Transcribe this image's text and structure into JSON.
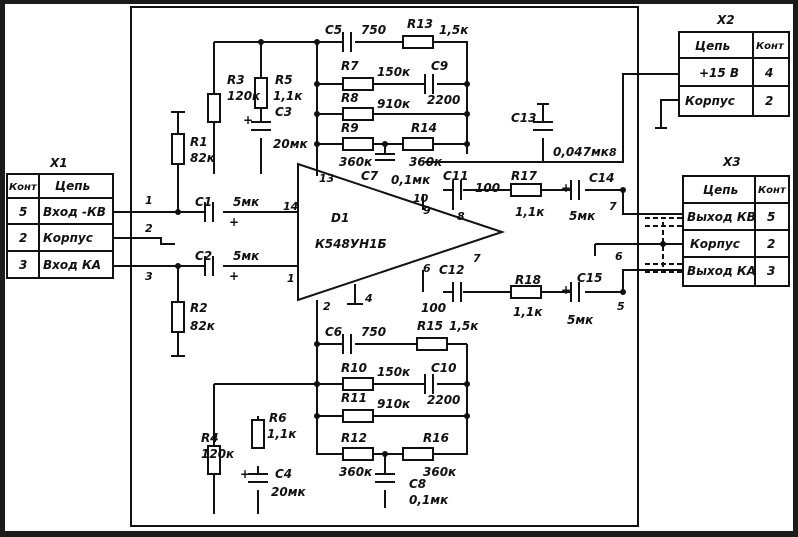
{
  "chip": {
    "designator": "D1",
    "part": "К548УН1Б"
  },
  "connectors": {
    "x1": {
      "title": "X1",
      "hdr_pin": "Конт",
      "hdr_net": "Цепь",
      "rows": [
        {
          "pin": "5",
          "net": "Вход -КВ"
        },
        {
          "pin": "2",
          "net": "Корпус"
        },
        {
          "pin": "3",
          "net": "Вход КА"
        }
      ]
    },
    "x2": {
      "title": "X2",
      "hdr_net": "Цепь",
      "hdr_pin": "Конт",
      "rows": [
        {
          "net": "+15 В",
          "pin": "4"
        },
        {
          "net": "Корпус",
          "pin": "2"
        }
      ]
    },
    "x3": {
      "title": "X3",
      "hdr_net": "Цепь",
      "hdr_pin": "Конт",
      "rows": [
        {
          "net": "Выход КВ",
          "pin": "5"
        },
        {
          "net": "Корпус",
          "pin": "2"
        },
        {
          "net": "Выход КА",
          "pin": "3"
        }
      ]
    }
  },
  "components": {
    "C1": {
      "ref": "C1",
      "value": "5мк"
    },
    "C2": {
      "ref": "C2",
      "value": "5мк"
    },
    "C3": {
      "ref": "C3",
      "value": "20мк"
    },
    "C4": {
      "ref": "C4",
      "value": "20мк"
    },
    "C5": {
      "ref": "C5",
      "value": "750"
    },
    "C6": {
      "ref": "C6",
      "value": "750"
    },
    "C7": {
      "ref": "C7",
      "value": "0,1мк"
    },
    "C8": {
      "ref": "C8",
      "value": "0,1мк"
    },
    "C9": {
      "ref": "C9",
      "value": "2200"
    },
    "C10": {
      "ref": "C10",
      "value": "2200"
    },
    "C11": {
      "ref": "C11",
      "value": "100"
    },
    "C12": {
      "ref": "C12",
      "value": "100"
    },
    "C13": {
      "ref": "C13",
      "value": "0,047мк"
    },
    "C14": {
      "ref": "C14",
      "value": "5мк"
    },
    "C15": {
      "ref": "C15",
      "value": "5мк"
    },
    "R1": {
      "ref": "R1",
      "value": "82к"
    },
    "R2": {
      "ref": "R2",
      "value": "82к"
    },
    "R3": {
      "ref": "R3",
      "value": "120к"
    },
    "R4": {
      "ref": "R4",
      "value": "120к"
    },
    "R5": {
      "ref": "R5",
      "value": "1,1к"
    },
    "R6": {
      "ref": "R6",
      "value": "1,1к"
    },
    "R7": {
      "ref": "R7",
      "value": "150к"
    },
    "R8": {
      "ref": "R8",
      "value": "910к"
    },
    "R9": {
      "ref": "R9",
      "value": "360к"
    },
    "R10": {
      "ref": "R10",
      "value": "150к"
    },
    "R11": {
      "ref": "R11",
      "value": "910к"
    },
    "R12": {
      "ref": "R12",
      "value": "360к"
    },
    "R13": {
      "ref": "R13",
      "value": "1,5к"
    },
    "R14": {
      "ref": "R14",
      "value": "360к"
    },
    "R15": {
      "ref": "R15",
      "value": "1,5к"
    },
    "R16": {
      "ref": "R16",
      "value": "360к"
    },
    "R17": {
      "ref": "R17",
      "value": "1,1к"
    },
    "R18": {
      "ref": "R18",
      "value": "1,1к"
    }
  },
  "pins": {
    "p1": "1",
    "p2": "2",
    "p3": "3",
    "p4": "4",
    "p5": "5",
    "p6": "6",
    "p7": "7",
    "p8": "8",
    "p9": "9",
    "p10": "10",
    "p13": "13",
    "p14": "14",
    "w1": "1",
    "w2": "2",
    "w3": "3",
    "w5": "5",
    "w6": "6",
    "w7": "7",
    "w8": "8"
  },
  "polarity": "+"
}
